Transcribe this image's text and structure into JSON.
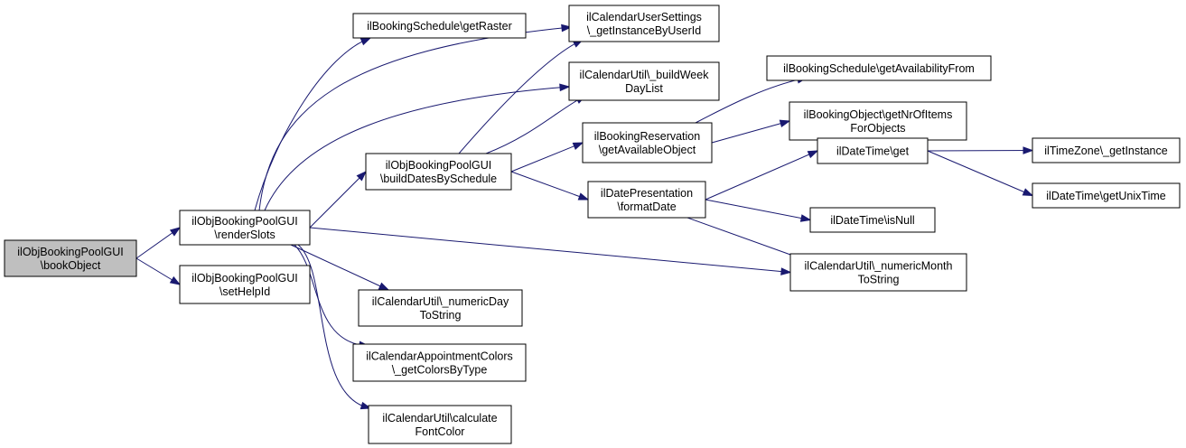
{
  "diagram": {
    "nodes": [
      {
        "id": "bookObject",
        "lines": [
          "ilObjBookingPoolGUI",
          "\\bookObject"
        ],
        "highlight": true
      },
      {
        "id": "renderSlots",
        "lines": [
          "ilObjBookingPoolGUI",
          "\\renderSlots"
        ]
      },
      {
        "id": "setHelpId",
        "lines": [
          "ilObjBookingPoolGUI",
          "\\setHelpId"
        ]
      },
      {
        "id": "getRaster",
        "lines": [
          "ilBookingSchedule\\getRaster"
        ]
      },
      {
        "id": "getInstanceByUserId",
        "lines": [
          "ilCalendarUserSettings",
          "\\_getInstanceByUserId"
        ]
      },
      {
        "id": "buildWeekDayList",
        "lines": [
          "ilCalendarUtil\\_buildWeek",
          "DayList"
        ]
      },
      {
        "id": "buildDatesBySchedule",
        "lines": [
          "ilObjBookingPoolGUI",
          "\\buildDatesBySchedule"
        ]
      },
      {
        "id": "getAvailableObject",
        "lines": [
          "ilBookingReservation",
          "\\getAvailableObject"
        ]
      },
      {
        "id": "getAvailabilityFrom",
        "lines": [
          "ilBookingSchedule\\getAvailabilityFrom"
        ]
      },
      {
        "id": "getNrOfItemsForObjects",
        "lines": [
          "ilBookingObject\\getNrOfItems",
          "ForObjects"
        ]
      },
      {
        "id": "formatDate",
        "lines": [
          "ilDatePresentation",
          "\\formatDate"
        ]
      },
      {
        "id": "dtGet",
        "lines": [
          "ilDateTime\\get"
        ]
      },
      {
        "id": "tzGetInstance",
        "lines": [
          "ilTimeZone\\_getInstance"
        ]
      },
      {
        "id": "getUnixTime",
        "lines": [
          "ilDateTime\\getUnixTime"
        ]
      },
      {
        "id": "isNull",
        "lines": [
          "ilDateTime\\isNull"
        ]
      },
      {
        "id": "numericMonthToString",
        "lines": [
          "ilCalendarUtil\\_numericMonth",
          "ToString"
        ]
      },
      {
        "id": "numericDayToString",
        "lines": [
          "ilCalendarUtil\\_numericDay",
          "ToString"
        ]
      },
      {
        "id": "getColorsByType",
        "lines": [
          "ilCalendarAppointmentColors",
          "\\_getColorsByType"
        ]
      },
      {
        "id": "calculateFontColor",
        "lines": [
          "ilCalendarUtil\\calculate",
          "FontColor"
        ]
      }
    ],
    "edges": [
      [
        "bookObject",
        "renderSlots"
      ],
      [
        "bookObject",
        "setHelpId"
      ],
      [
        "renderSlots",
        "getRaster"
      ],
      [
        "renderSlots",
        "getInstanceByUserId"
      ],
      [
        "renderSlots",
        "buildWeekDayList"
      ],
      [
        "renderSlots",
        "buildDatesBySchedule"
      ],
      [
        "renderSlots",
        "numericMonthToString"
      ],
      [
        "renderSlots",
        "numericDayToString"
      ],
      [
        "renderSlots",
        "getColorsByType"
      ],
      [
        "renderSlots",
        "calculateFontColor"
      ],
      [
        "buildDatesBySchedule",
        "getInstanceByUserId"
      ],
      [
        "buildDatesBySchedule",
        "buildWeekDayList"
      ],
      [
        "buildDatesBySchedule",
        "getAvailableObject"
      ],
      [
        "buildDatesBySchedule",
        "formatDate"
      ],
      [
        "getAvailableObject",
        "getAvailabilityFrom"
      ],
      [
        "getAvailableObject",
        "getNrOfItemsForObjects"
      ],
      [
        "formatDate",
        "dtGet"
      ],
      [
        "formatDate",
        "isNull"
      ],
      [
        "formatDate",
        "numericMonthToString"
      ],
      [
        "dtGet",
        "tzGetInstance"
      ],
      [
        "dtGet",
        "getUnixTime"
      ]
    ]
  }
}
